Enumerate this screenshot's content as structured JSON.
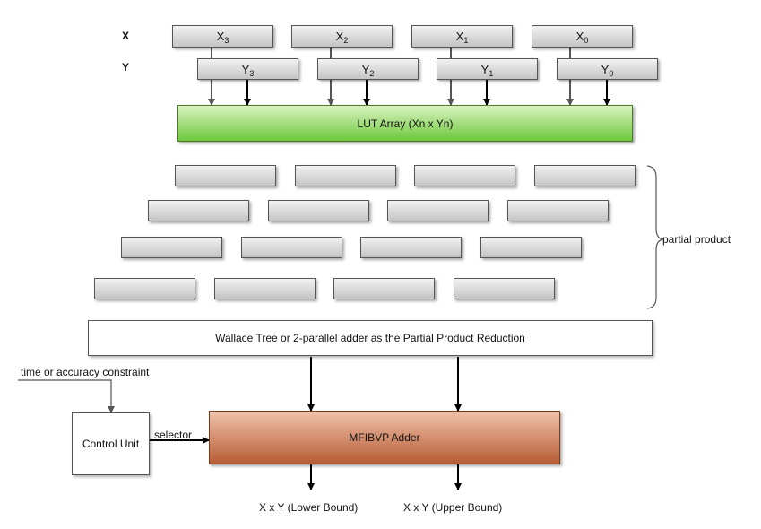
{
  "row_labels": {
    "x": "X",
    "y": "Y"
  },
  "x_inputs": [
    {
      "base": "X",
      "sub": "3"
    },
    {
      "base": "X",
      "sub": "2"
    },
    {
      "base": "X",
      "sub": "1"
    },
    {
      "base": "X",
      "sub": "0"
    }
  ],
  "y_inputs": [
    {
      "base": "Y",
      "sub": "3"
    },
    {
      "base": "Y",
      "sub": "2"
    },
    {
      "base": "Y",
      "sub": "1"
    },
    {
      "base": "Y",
      "sub": "0"
    }
  ],
  "lut_label": "LUT Array (Xn x Yn)",
  "partial_product_label": "partial product",
  "reduction_label": "Wallace Tree or 2-parallel adder as the Partial Product Reduction",
  "constraint_label": "time or accuracy constraint",
  "control_unit_label": "Control Unit",
  "selector_label": "selector",
  "adder_label": "MFIBVP Adder",
  "outputs": {
    "lower": "X x Y (Lower Bound)",
    "upper": "X x Y (Upper Bound)"
  },
  "colors": {
    "lut_fill": "#6ec83c",
    "adder_fill": "#b75c34",
    "box_fill": "#c4c4c4"
  }
}
